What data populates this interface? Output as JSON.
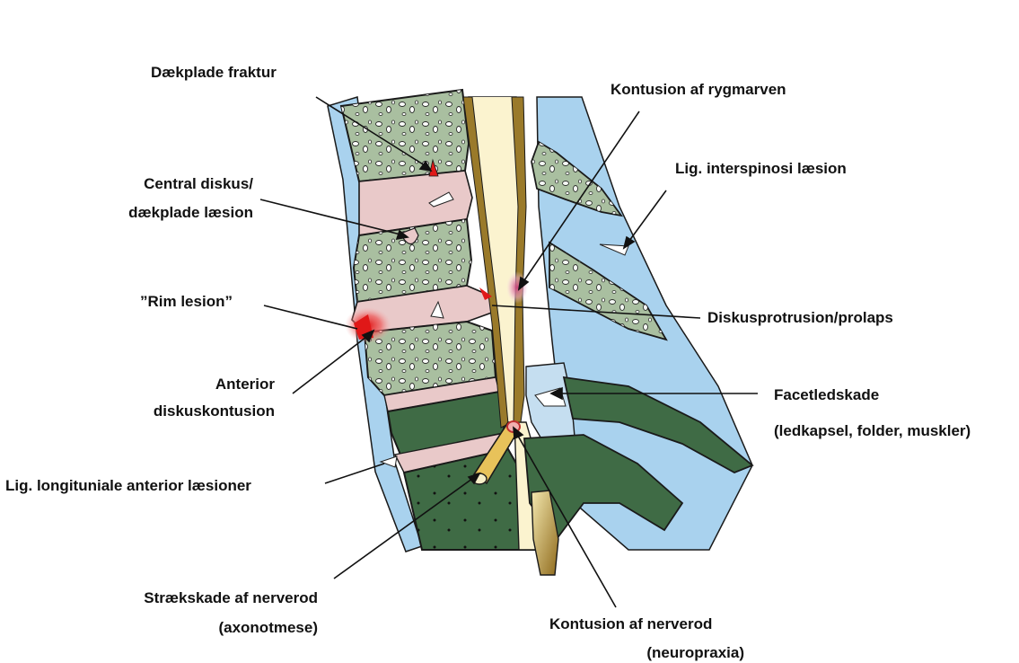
{
  "labels": {
    "endplate_fracture": "Dækplade fraktur",
    "central_disc_line1": "Central diskus/",
    "central_disc_line2": "dækplade læsion",
    "rim_lesion": "”Rim lesion”",
    "anterior_line1": "Anterior",
    "anterior_line2": "diskuskontusion",
    "lig_longitudinal": "Lig. longituniale anterior læsioner",
    "stretch_line1": "Strækskade af nerverod",
    "stretch_line2": "(axonotmese)",
    "cord_contusion": "Kontusion af rygmarven",
    "lig_interspinosi": "Lig. interspinosi læsion",
    "disc_protrusion": "Diskusprotrusion/prolaps",
    "facet_line1": "Facetledskade",
    "facet_line2": "(ledkapsel, folder, muskler)",
    "root_contusion_line1": "Kontusion af nerverod",
    "root_contusion_line2": "(neuropraxia)"
  },
  "colors": {
    "bone_healthy": "#a9bfa0",
    "bone_damaged": "#3f6b45",
    "disc": "#e9c9c9",
    "ligament": "#a9d2ee",
    "cord": "#fbf3cf",
    "dura": "#9a7a2a",
    "lesion_red": "#e01818"
  }
}
